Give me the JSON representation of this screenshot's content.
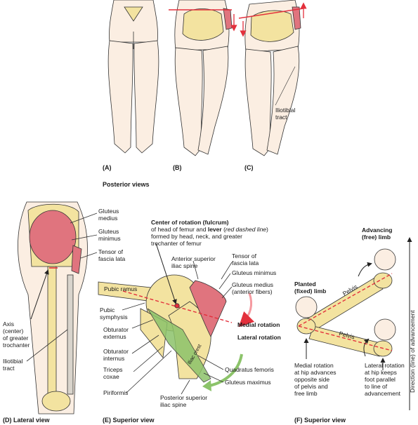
{
  "panels": {
    "a": {
      "caption": "(A)"
    },
    "b": {
      "caption": "(B)"
    },
    "c": {
      "caption": "(C)"
    },
    "posterior": "Posterior views",
    "d": {
      "caption": "(D) Lateral view"
    },
    "e": {
      "caption": "(E) Superior view"
    },
    "f": {
      "caption": "(F) Superior view"
    }
  },
  "top_labels": {
    "iliotibial": "Iliotibial\ntract"
  },
  "d_labels": {
    "gluteus_medius": "Gluteus\nmedius",
    "gluteus_minimus": "Gluteus\nminimus",
    "tensor": "Tensor of\nfascia lata",
    "axis": "Axis\n(center)\nof greater\ntrochanter",
    "iliotibial": "Iliotibial\ntract"
  },
  "e_labels": {
    "center_title": "Center of rotation (fulcrum)",
    "center_l2": "of head of femur and",
    "center_lever": "lever",
    "center_l2b": "(",
    "center_red": "red dashed line",
    "center_l2c": ")",
    "center_l3": "formed by head, neck, and greater",
    "center_l4": "trochanter of femur",
    "asis": "Anterior superior\niliac spine",
    "tensor": "Tensor of\nfascia lata",
    "glut_min": "Gluteus minimus",
    "glut_med": "Gluteus medius\n(anterior fibers)",
    "pubic_ramus": "Pubic ramus",
    "pubic_symphysis": "Pubic\nsymphysis",
    "obturator_ext": "Obturator\nexternus",
    "obturator_int": "Obturator\ninternus",
    "triceps": "Triceps\ncoxae",
    "piriformis": "Piriformis",
    "medial_rot": "Medial rotation",
    "lateral_rot": "Lateral rotation",
    "quadratus": "Quadratus femoris",
    "glut_max": "Gluteus maximus",
    "psis": "Posterior superior\niliac spine",
    "iliac_crest": "Iliac crest"
  },
  "f_labels": {
    "advancing": "Advancing\n(free) limb",
    "planted": "Planted\n(fixed) limb",
    "pelvis": "Pelvis",
    "direction": "Direction (line) of advancement",
    "medial_note": "Medial rotation\nat hip advances\nopposite side\nof pelvis and\nfree limb",
    "lateral_note": "Lateral rotation\nat hip keeps\nfoot parallel\nto line of\nadvancement"
  },
  "colors": {
    "skin": "#fbeee2",
    "bone": "#f3e3a0",
    "muscle": "#e0747e",
    "green": "#8cc36a",
    "red": "#e3303c",
    "outline": "#333333"
  }
}
